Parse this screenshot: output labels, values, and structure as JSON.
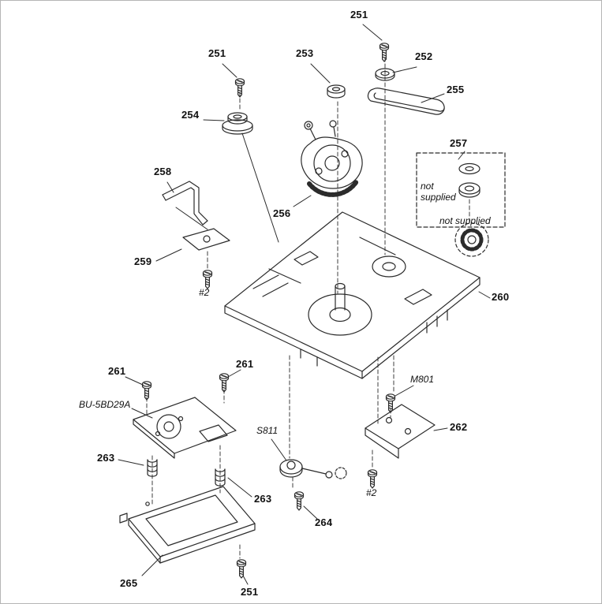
{
  "figure": {
    "type": "exploded-parts-diagram",
    "description": "Service manual exploded view of a disc mechanism deck with numbered parts"
  },
  "colors": {
    "line": "#2b2b2b",
    "background": "#ffffff",
    "border": "#b5b5b5"
  },
  "labels": [
    {
      "id": "251-top",
      "text": "251"
    },
    {
      "id": "251-left",
      "text": "251"
    },
    {
      "id": "253",
      "text": "253"
    },
    {
      "id": "252",
      "text": "252"
    },
    {
      "id": "255",
      "text": "255"
    },
    {
      "id": "254",
      "text": "254"
    },
    {
      "id": "257",
      "text": "257"
    },
    {
      "id": "258",
      "text": "258"
    },
    {
      "id": "256",
      "text": "256"
    },
    {
      "id": "not-supplied-1",
      "text": "not supplied"
    },
    {
      "id": "not-supplied-2",
      "text": "not supplied"
    },
    {
      "id": "259",
      "text": "259"
    },
    {
      "id": "screw-2-left",
      "text": "#2"
    },
    {
      "id": "260",
      "text": "260"
    },
    {
      "id": "261-left",
      "text": "261"
    },
    {
      "id": "261-right",
      "text": "261"
    },
    {
      "id": "bu-5bd29a",
      "text": "BU-5BD29A"
    },
    {
      "id": "m801",
      "text": "M801"
    },
    {
      "id": "262",
      "text": "262"
    },
    {
      "id": "s811",
      "text": "S811"
    },
    {
      "id": "263-left",
      "text": "263"
    },
    {
      "id": "263-right",
      "text": "263"
    },
    {
      "id": "screw-2-right",
      "text": "#2"
    },
    {
      "id": "264",
      "text": "264"
    },
    {
      "id": "265",
      "text": "265"
    },
    {
      "id": "251-bottom",
      "text": "251"
    }
  ]
}
